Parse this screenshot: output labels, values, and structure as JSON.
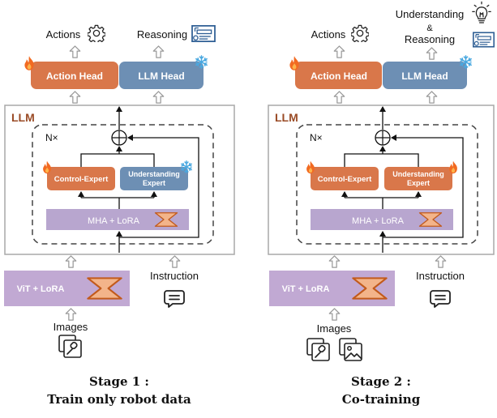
{
  "colors": {
    "head_orange": "#D9774A",
    "head_blue": "#6D8FB4",
    "mha_purple": "#B8A6CF",
    "vit_purple": "#C1A9D3",
    "llm_label": "#9A4B26",
    "border_gray": "#A8A8A8",
    "flame": "#F26A21",
    "snow": "#49A8E0"
  },
  "stage1": {
    "output_actions": "Actions",
    "output_reasoning": "Reasoning",
    "action_head": "Action  Head",
    "llm_head": "LLM Head",
    "llm_label": "LLM",
    "repeat_label": "N×",
    "control_expert": "Control-Expert",
    "understanding_expert_line1": "Understanding",
    "understanding_expert_line2": "Expert",
    "mha_label": "MHA + LoRA",
    "vit_label": "ViT  +  LoRA",
    "instruction_label": "Instruction",
    "images_label": "Images",
    "caption_line1": "Stage 1 :",
    "caption_line2": "Train only robot data"
  },
  "stage2": {
    "output_actions": "Actions",
    "output_understanding_line1": "Understanding",
    "output_understanding_line2": "&",
    "output_understanding_line3": "Reasoning",
    "action_head": "Action  Head",
    "llm_head": "LLM Head",
    "llm_label": "LLM",
    "repeat_label": "N×",
    "control_expert": "Control-Expert",
    "understanding_expert_line1": "Understanding",
    "understanding_expert_line2": "Expert",
    "mha_label": "MHA + LoRA",
    "vit_label": "ViT  +  LoRA",
    "instruction_label": "Instruction",
    "images_label": "Images",
    "caption_line1": "Stage 2 :",
    "caption_line2": "Co-training"
  }
}
